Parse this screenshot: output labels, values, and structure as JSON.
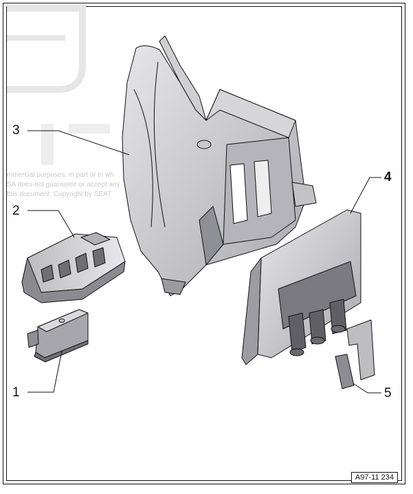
{
  "callouts": {
    "c1": "1",
    "c2": "2",
    "c3": "3",
    "c4": "4",
    "c5": "5"
  },
  "watermark": {
    "line1": "mmercial purposes, in part or in wh",
    "line2": "SA does not guarantee or accept any",
    "line3": "this document. Copyright by SEAT"
  },
  "figure_ref": "A97-11 234",
  "colors": {
    "line": "#111111",
    "part_fill": "#d9d9dc",
    "part_shadow": "#a9a9ae",
    "part_dark": "#6e6e74",
    "watermark": "#c8c8c8"
  }
}
